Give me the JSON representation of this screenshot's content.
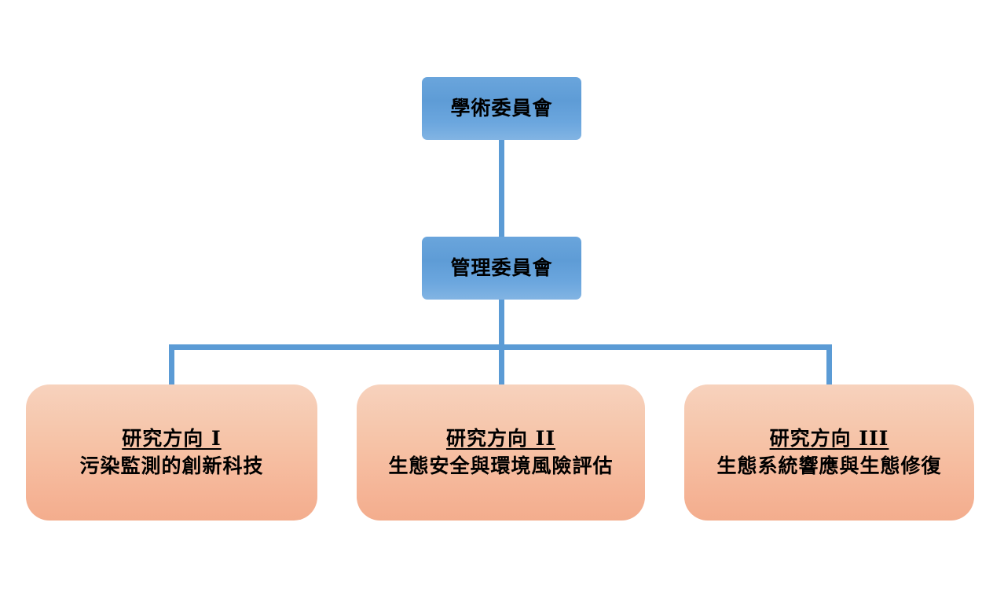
{
  "diagram": {
    "type": "organization-chart",
    "title": "",
    "colors": {
      "committee_box": "#5E9CD6",
      "research_box": "#F5BFA3",
      "connector": "#5B9BD5",
      "text": "#000000",
      "background": "#FFFFFF"
    },
    "levels": [
      {
        "level": 1,
        "nodes": [
          {
            "id": "academic-committee",
            "label": "學術委員會",
            "style": "committee"
          }
        ]
      },
      {
        "level": 2,
        "nodes": [
          {
            "id": "management-committee",
            "label": "管理委員會",
            "style": "committee"
          }
        ]
      },
      {
        "level": 3,
        "nodes": [
          {
            "id": "research-direction-1",
            "heading": "研究方向 I",
            "description": "污染監測的創新科技",
            "style": "research"
          },
          {
            "id": "research-direction-2",
            "heading": "研究方向 II",
            "description": "生態安全與環境風險評估",
            "style": "research"
          },
          {
            "id": "research-direction-3",
            "heading": "研究方向 III",
            "description": "生態系統響應與生態修復",
            "style": "research"
          }
        ]
      }
    ]
  }
}
